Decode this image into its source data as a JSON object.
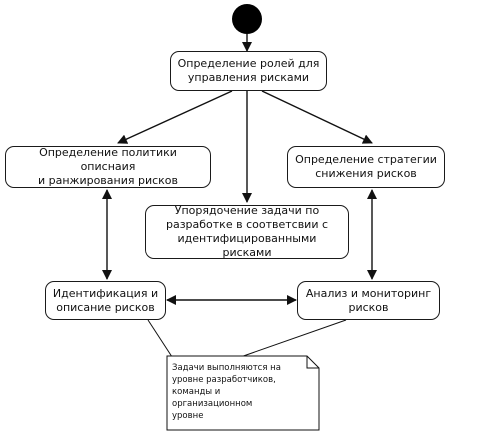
{
  "diagram": {
    "nodes": {
      "roles": "Определение ролей для\nуправления рисками",
      "policy": "Определение политики описнаия\nи ранжирования рисков",
      "strategy": "Определение стратегии\nснижения рисков",
      "ordering": "Упорядочение задачи по\nразработке в соответсвии с\nидентифицированными рисками",
      "identification": "Идентификация и\nописание рисков",
      "analysis": "Анализ и мониторинг\nрисков"
    },
    "note": "Задачи выполняются на\nуровне разработчиков,\nкоманды и организационном\nуровне"
  }
}
